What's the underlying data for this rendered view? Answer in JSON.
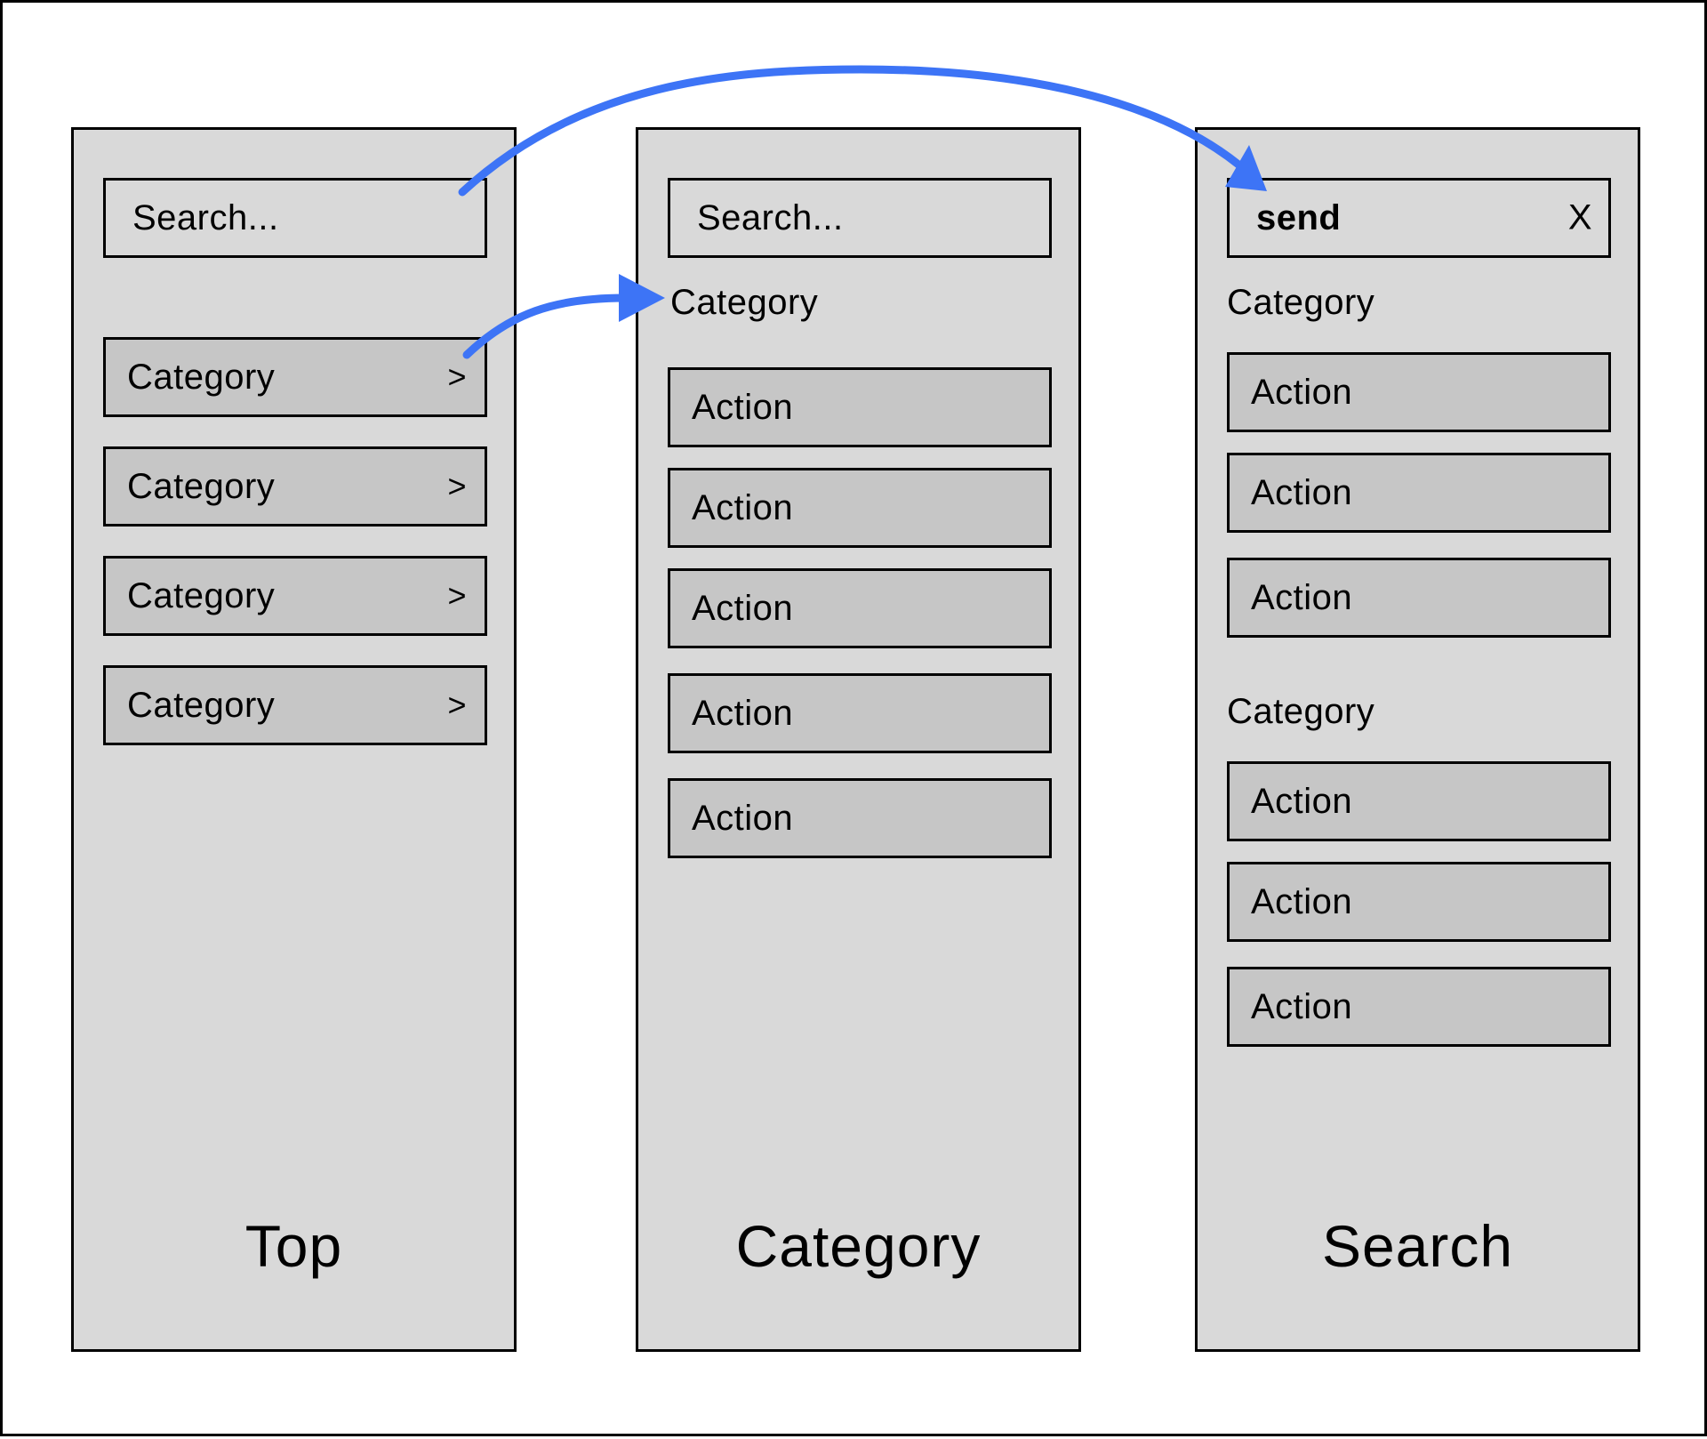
{
  "colors": {
    "panel_bg": "#d9d9d9",
    "item_bg": "#c6c6c6",
    "border": "#000000",
    "arrow": "#3d74f6"
  },
  "top_screen": {
    "search_placeholder": "Search...",
    "categories": [
      {
        "label": "Category",
        "chevron": ">"
      },
      {
        "label": "Category",
        "chevron": ">"
      },
      {
        "label": "Category",
        "chevron": ">"
      },
      {
        "label": "Category",
        "chevron": ">"
      }
    ],
    "title": "Top"
  },
  "category_screen": {
    "search_placeholder": "Search...",
    "category_heading": "Category",
    "actions": [
      "Action",
      "Action",
      "Action",
      "Action",
      "Action"
    ],
    "title": "Category"
  },
  "search_screen": {
    "query": "send",
    "clear_label": "X",
    "groups": [
      {
        "heading": "Category",
        "actions": [
          "Action",
          "Action",
          "Action"
        ]
      },
      {
        "heading": "Category",
        "actions": [
          "Action",
          "Action",
          "Action"
        ]
      }
    ],
    "title": "Search"
  },
  "arrows": [
    {
      "from": "top_screen.search_placeholder",
      "to": "search_screen.query"
    },
    {
      "from": "top_screen.categories.0",
      "to": "category_screen.category_heading"
    }
  ]
}
